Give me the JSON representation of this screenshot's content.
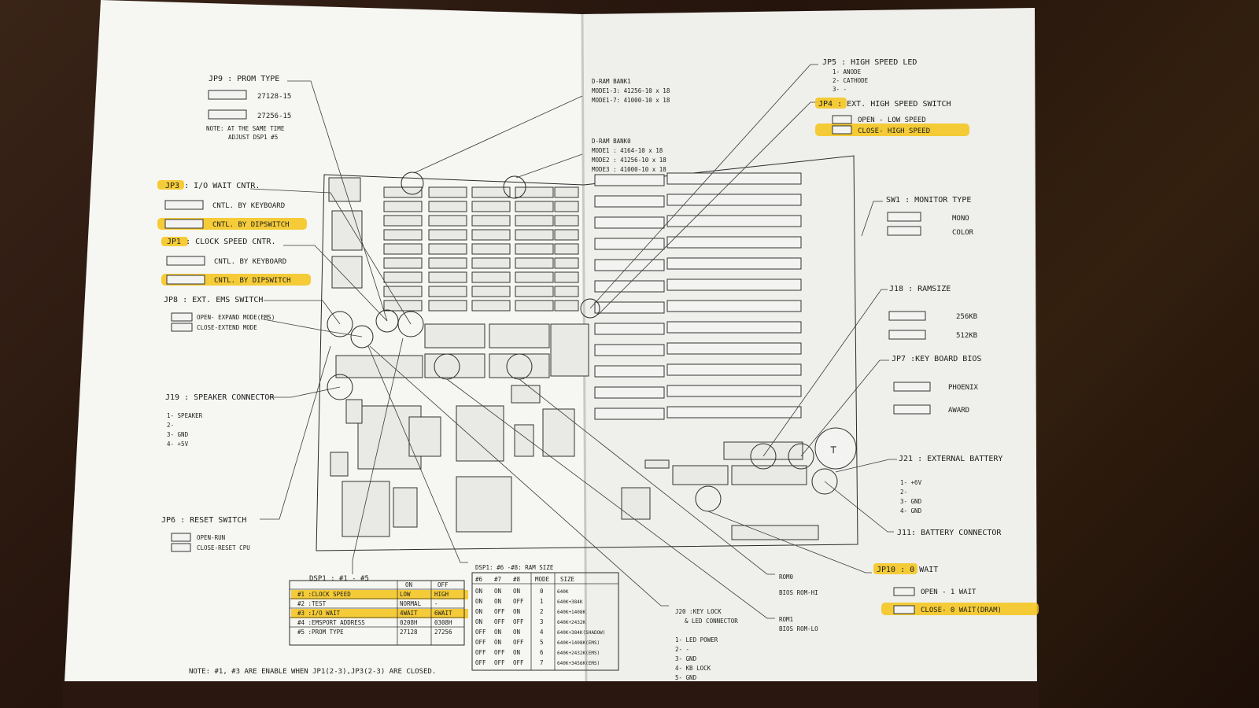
{
  "colors": {
    "highlight": "#f4c416",
    "paper": "#f7f7f4",
    "ink": "#1d1d1d",
    "desk": "#2a1810"
  },
  "left": {
    "jp9": {
      "title": "JP9 : PROM TYPE",
      "opt1": "27128-15",
      "opt2": "27256-15",
      "note1": "NOTE: AT THE SAME TIME",
      "note2": "ADJUST DSP1 #5"
    },
    "jp3": {
      "title": "JP3 : I/O WAIT CNTR.",
      "opt1": "CNTL. BY KEYBOARD",
      "opt2": "CNTL. BY DIPSWITCH"
    },
    "jp1": {
      "title": "JP1 : CLOCK SPEED CNTR.",
      "opt1": "CNTL. BY KEYBOARD",
      "opt2": "CNTL. BY DIPSWITCH"
    },
    "jp8": {
      "title": "JP8 : EXT. EMS SWITCH",
      "opt1": "OPEN- EXPAND MODE(EMS)",
      "opt2": "CLOSE-EXTEND MODE"
    },
    "j19": {
      "title": "J19 : SPEAKER CONNECTOR",
      "pins": [
        "1- SPEAKER",
        "2-",
        "3- GND",
        "4- +5V"
      ]
    },
    "jp6": {
      "title": "JP6 : RESET SWITCH",
      "opt1": "OPEN-RUN",
      "opt2": "CLOSE-RESET CPU"
    }
  },
  "top": {
    "dram1": {
      "title": "D-RAM BANK1",
      "l1": "MODE1-3: 41256-10 x 18",
      "l2": "MODE1-7: 41000-10 x 18"
    },
    "dram0": {
      "title": "D-RAM BANK0",
      "l1": "MODE1 : 4164-10 x 18",
      "l2": "MODE2 : 41256-10 x 18",
      "l3": "MODE3 : 41000-10 x 18"
    }
  },
  "right": {
    "jp5": {
      "title": "JP5 : HIGH SPEED LED",
      "pins": [
        "1- ANODE",
        "2- CATHODE",
        "3- -"
      ]
    },
    "jp4": {
      "title": "JP4 : EXT. HIGH SPEED SWITCH",
      "opt1": "OPEN - LOW SPEED",
      "opt2": "CLOSE- HIGH SPEED"
    },
    "sw1": {
      "title": "SW1 : MONITOR TYPE",
      "opt1": "MONO",
      "opt2": "COLOR"
    },
    "j18": {
      "title": "J18 : RAMSIZE",
      "opt1": "256KB",
      "opt2": "512KB"
    },
    "jp7": {
      "title": "JP7 :KEY BOARD BIOS",
      "opt1": "PHOENIX",
      "opt2": "AWARD"
    },
    "j21": {
      "title": "J21 : EXTERNAL BATTERY",
      "pins": [
        "1- +6V",
        "2-",
        "3- GND",
        "4- GND"
      ]
    },
    "j11": {
      "title": "J11: BATTERY CONNECTOR"
    },
    "jp10": {
      "title": "JP10 : 0 WAIT",
      "opt1": "OPEN - 1 WAIT",
      "opt2": "CLOSE- 0 WAIT(DRAM)"
    }
  },
  "bottom": {
    "rom0": {
      "title": "ROM0",
      "sub": "BIOS ROM-HI"
    },
    "rom1": {
      "title": "ROM1",
      "sub": "BIOS ROM-LO"
    },
    "j20": {
      "title": "J20 :KEY LOCK",
      "sub": "& LED CONNECTOR",
      "pins": [
        "1- LED POWER",
        "2- -",
        "3- GND",
        "4- KB LOCK",
        "5- GND"
      ]
    },
    "dsp1_a": {
      "title": "DSP1 : #1 - #5",
      "head": [
        "ON",
        "OFF"
      ],
      "rows": [
        [
          "#1 :CLOCK SPEED",
          "LOW",
          "HIGH"
        ],
        [
          "#2 :TEST",
          "NORMAL",
          "-"
        ],
        [
          "#3 :I/O WAIT",
          "4WAIT",
          "6WAIT"
        ],
        [
          "#4 :EMSPORT ADDRESS",
          "0208H",
          "0308H"
        ],
        [
          "#5 :PROM TYPE",
          "27128",
          "27256"
        ]
      ]
    },
    "dsp1_b": {
      "title": "DSP1: #6 -#8: RAM SIZE",
      "head": [
        "#6",
        "#7",
        "#8",
        "MODE",
        "SIZE"
      ],
      "rows": [
        [
          "ON",
          "ON",
          "ON",
          "0",
          "640K"
        ],
        [
          "ON",
          "ON",
          "OFF",
          "1",
          "640K+384K"
        ],
        [
          "ON",
          "OFF",
          "ON",
          "2",
          "640K+1408K"
        ],
        [
          "ON",
          "OFF",
          "OFF",
          "3",
          "640K+2432K"
        ],
        [
          "OFF",
          "ON",
          "ON",
          "4",
          "640K+384K(SHADOW)"
        ],
        [
          "OFF",
          "ON",
          "OFF",
          "5",
          "640K+1408K(EMS)"
        ],
        [
          "OFF",
          "OFF",
          "ON",
          "6",
          "640K+2432K(EMS)"
        ],
        [
          "OFF",
          "OFF",
          "OFF",
          "7",
          "640K+3456K(EMS)"
        ]
      ]
    },
    "note": "NOTE: #1, #3 ARE ENABLE WHEN JP1(2-3),JP3(2-3) ARE CLOSED."
  }
}
